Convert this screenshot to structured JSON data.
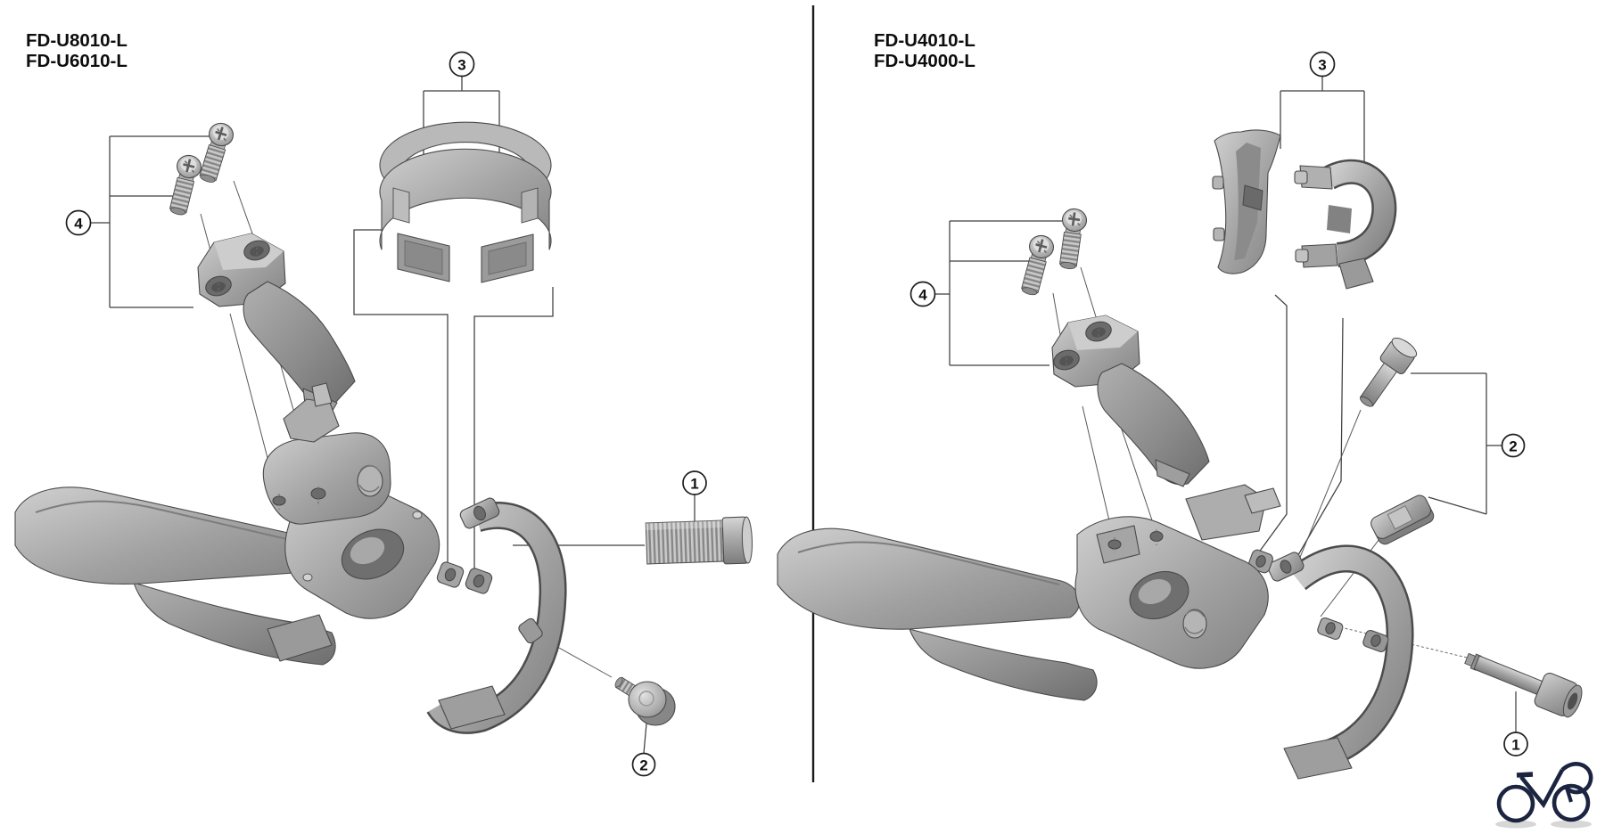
{
  "figure": {
    "left_panel": {
      "title_line1": "FD-U8010-L",
      "title_line2": "FD-U6010-L",
      "callouts": {
        "one": "1",
        "two": "2",
        "three": "3",
        "four": "4"
      }
    },
    "right_panel": {
      "title_line1": "FD-U4010-L",
      "title_line2": "FD-U4000-L",
      "callouts": {
        "one": "1",
        "two": "2",
        "three": "3",
        "four": "4"
      }
    },
    "colors": {
      "background": "#ffffff",
      "leader_line": "#3f3f3f",
      "metal_light": "#d8d8d8",
      "metal_mid": "#a8a8a8",
      "metal_dark": "#777777",
      "part_outline": "#4a4a4a",
      "logo_navy": "#1b2440"
    }
  }
}
